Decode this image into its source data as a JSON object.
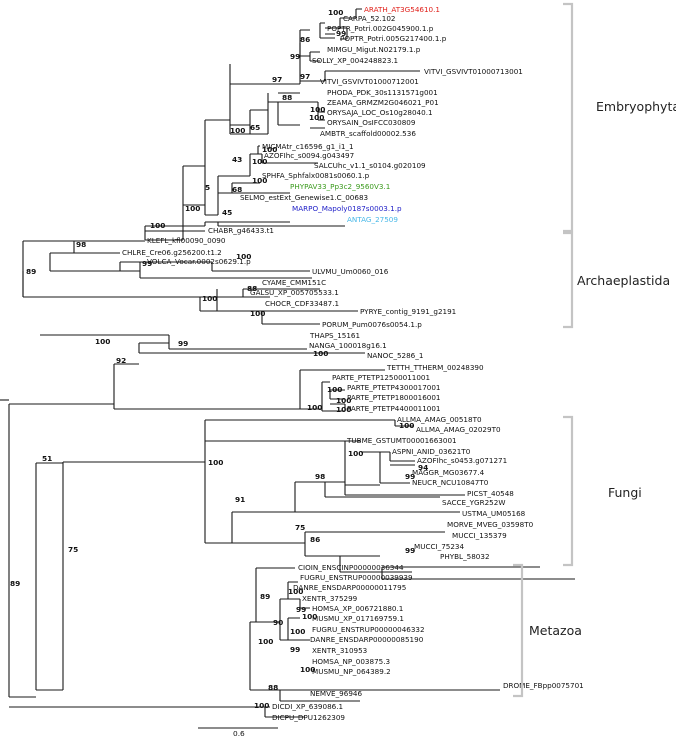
{
  "colors": {
    "branch": "#1a1a1a",
    "text": "#111111",
    "bracket": "#c4c4c4",
    "red": "#e0201a",
    "green": "#3a9a1c",
    "blue": "#2222c8",
    "cyan": "#48b8e8"
  },
  "leaves": {
    "arath": "ARATH_AT3G54610.1",
    "carpa": "CARPA_52.102",
    "poptr1": "POPTR_Potri.002G045900.1.p",
    "poptr2": "POPTR_Potri.005G217400.1.p",
    "mimgu": "MIMGU_Migut.N02179.1.p",
    "solly": "SOLLY_XP_004248823.1",
    "vitvi1": "VITVI_GSVIVT01000713001",
    "vitvi2": "VITVI_GSVIVT01000712001",
    "phoda": "PHODA_PDK_30s1131571g001",
    "zeama": "ZEAMA_GRMZM2G046021_P01",
    "orysaja": "ORYSAJA_LOC_Os10g28040.1",
    "orysain": "ORYSAIN_OsIFCC030809",
    "ambtr": "AMBTR_scaffold00002.536",
    "micma": "MICMAtr_c16596_g1_i1_1",
    "azofi1": "AZOFIhc_s0094.g043497",
    "salcu": "SALCUhc_v1.1_s0104.g020109",
    "sphfa": "SPHFA_Sphfalx0081s0060.1.p",
    "phypa": "PHYPAV33_Pp3c2_9560V3.1",
    "selmo": "SELMO_estExt_Genewise1.C_00683",
    "marpo": "MARPO_Mapoly0187s0003.1.p",
    "antag": "ANTAG_27509",
    "chabr": "CHABR_g46433.t1",
    "klefl": "KLEFL_kfl00090_0090",
    "chlre": "CHLRE_Cre06.g256200.t1.2",
    "volca": "VOLCA_Vocar.0002s0629.1.p",
    "ulvmu": "ULVMU_Um0060_016",
    "cyame": "CYAME_CMM151C",
    "galsu": "GALSU_XP_005705533.1",
    "chocr": "CHOCR_CDF33487.1",
    "pyrye": "PYRYE_contig_9191_g2191",
    "porum": "PORUM_Pum0076s0054.1.p",
    "thaps": "THAPS_15161",
    "nanga": "NANGA_100018g16.1",
    "nanoc": "NANOC_5286_1",
    "tetth": "TETTH_TTHERM_00248390",
    "parte1": "PARTE_PTETP12500011001",
    "parte2": "PARTE_PTETP4300017001",
    "parte3": "PARTE_PTETP1800016001",
    "parte4": "PARTE_PTETP4400011001",
    "allma1": "ALLMA_AMAG_00518T0",
    "allma2": "ALLMA_AMAG_02029T0",
    "tubme": "TUBME_GSTUMT00001663001",
    "aspni": "ASPNI_ANID_03621T0",
    "azofi2": "AZOFIhc_s0453.g071271",
    "maggr": "MAGGR_MG03677.4",
    "neucr": "NEUCR_NCU10847T0",
    "picst": "PICST_40548",
    "sacce": "SACCE_YGR252W",
    "ustma": "USTMA_UM05168",
    "morve": "MORVE_MVEG_03598T0",
    "mucci1": "MUCCI_135379",
    "mucci2": "MUCCI_75234",
    "phybl": "PHYBL_58032",
    "cioin": "CIOIN_ENSCINP00000036344",
    "fugru1": "FUGRU_ENSTRUP00000039939",
    "danre1": "DANRE_ENSDARP00000011795",
    "xentr1": "XENTR_375299",
    "homsa1": "HOMSA_XP_006721880.1",
    "musmu1": "MUSMU_XP_017169759.1",
    "fugru2": "FUGRU_ENSTRUP00000046332",
    "danre2": "DANRE_ENSDARP00000085190",
    "xentr2": "XENTR_310953",
    "homsa2": "HOMSA_NP_003875.3",
    "musmu2": "MUSMU_NP_064389.2",
    "drome": "DROME_FBpp0075701",
    "nemve": "NEMVE_96946",
    "dicdi": "DICDI_XP_639086.1",
    "dicpu": "DICPU_DPU1262309"
  },
  "support": {
    "s100a": "100",
    "s99a": "99",
    "s86a": "86",
    "s99b": "99",
    "s97a": "97",
    "s97b": "97",
    "s100b": "100",
    "s88a": "88",
    "s100c": "100",
    "s100d": "100",
    "s65": "65",
    "s100e": "100",
    "s100f": "100",
    "s43": "43",
    "s100g": "100",
    "s68": "68",
    "s5": "5",
    "s100h": "100",
    "s45": "45",
    "s100i": "100",
    "s98a": "98",
    "s89a": "89",
    "s100j": "100",
    "s99c": "99",
    "s88b": "88",
    "s100k": "100",
    "s100l": "100",
    "s99d": "99",
    "s100m": "100",
    "s92": "92",
    "s100n": "100",
    "s100o": "100",
    "s100p": "100",
    "s100q": "100",
    "s51": "51",
    "s100r": "100",
    "s100s": "100",
    "s94": "94",
    "s99e": "99",
    "s98b": "98",
    "s100t": "100",
    "s91": "91",
    "s75": "75",
    "s86b": "86",
    "s99f": "99",
    "s89b": "89",
    "s100u": "100",
    "s99g": "99",
    "s100v": "100",
    "s90": "90",
    "s100w": "100",
    "s100x": "100",
    "s99h": "99",
    "s100y": "100",
    "s88c": "88",
    "s89c": "89",
    "s100z": "100",
    "s100aa": "100"
  },
  "clades": {
    "embryophyta": "Embryophyta",
    "archaeplastida": "Archaeplastida",
    "fungi": "Fungi",
    "metazoa": "Metazoa"
  },
  "scale": {
    "label": "0.6"
  }
}
